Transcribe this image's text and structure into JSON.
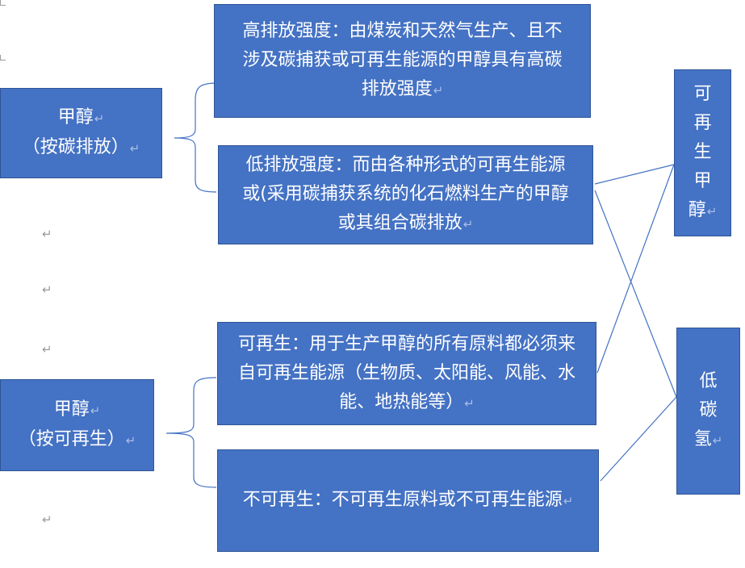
{
  "colors": {
    "box_fill": "#4472C4",
    "box_border": "#2F5597",
    "connector": "#4472C4",
    "text": "#ffffff",
    "mark": "#A9BEE8"
  },
  "icons": {
    "paragraph_mark": "return-arrow-icon"
  },
  "paragraph_mark": "↵",
  "left": {
    "emission": {
      "line1": "甲醇",
      "line2": "（按碳排放）"
    },
    "renewable": {
      "line1": "甲醇",
      "line2": "（按可再生）"
    }
  },
  "middle": {
    "high": "高排放强度：由煤炭和天然气生产、且不涉及碳捕获或可再生能源的甲醇具有高碳排放强度",
    "low": "低排放强度：而由各种形式的可再生能源或(采用碳捕获系统的化石燃料生产的甲醇或其组合碳排放",
    "renew": "可再生：用于生产甲醇的所有原料都必须来自可再生能源（生物质、太阳能、风能、水能、地热能等）",
    "nonrenew": "不可再生：不可再生原料或不可再生能源"
  },
  "right": {
    "renewable_methanol": [
      "可",
      "再",
      "生",
      "甲",
      "醇"
    ],
    "low_carbon_hydrogen": [
      "低",
      "碳",
      "氢"
    ]
  }
}
